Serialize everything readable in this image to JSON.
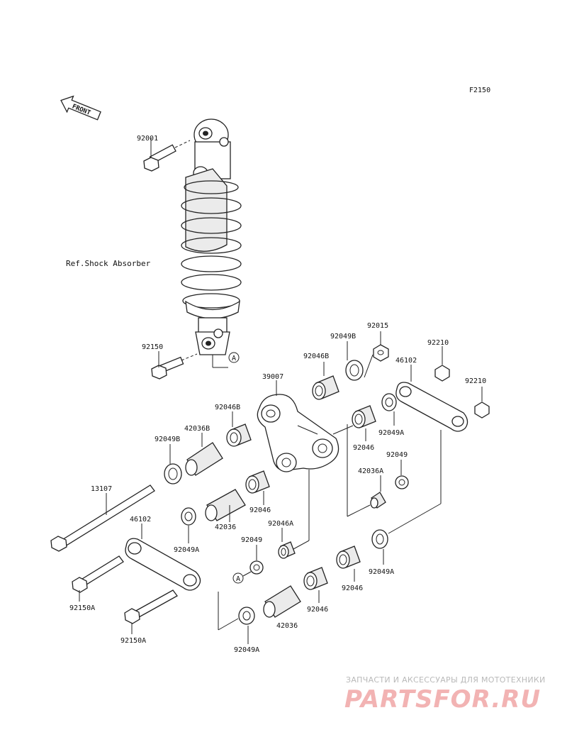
{
  "diagram_code": "F2150",
  "front_label": "FRONT",
  "ref_shock": "Ref.Shock Absorber",
  "marker_a": "A",
  "labels": {
    "p92001": "92001",
    "p92150": "92150",
    "p92015": "92015",
    "p92049B_top": "92049B",
    "p92046B_top": "92046B",
    "p39007": "39007",
    "p46102_top": "46102",
    "p92210_a": "92210",
    "p92210_b": "92210",
    "p92046B_mid": "92046B",
    "p42036B": "42036B",
    "p92049B_left": "92049B",
    "p92049A_r1": "92049A",
    "p92046_r1": "92046",
    "p92049_r": "92049",
    "p42036A": "42036A",
    "p92046_mid": "92046",
    "p13107": "13107",
    "p42036_mid": "42036",
    "p92046A": "92046A",
    "p46102_low": "46102",
    "p92049A_left": "92049A",
    "p92049_low": "92049",
    "p92049A_r2": "92049A",
    "p92046_r2": "92046",
    "p92046_low": "92046",
    "p42036_low": "42036",
    "p92150A_1": "92150A",
    "p92150A_2": "92150A",
    "p92049A_bot": "92049A"
  },
  "watermark": {
    "tagline": "ЗАПЧАСТИ И АКСЕССУАРЫ ДЛЯ МОТОТЕХНИКИ",
    "brand": "PARTSFOR.RU"
  }
}
